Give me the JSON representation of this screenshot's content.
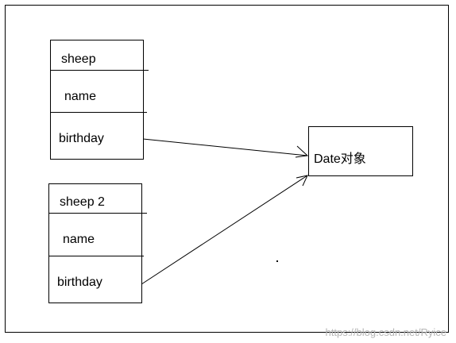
{
  "objects": [
    {
      "fields": [
        "sheep",
        "name",
        "birthday"
      ]
    },
    {
      "fields": [
        "sheep  2",
        "name",
        "birthday"
      ]
    }
  ],
  "target": {
    "label": "Date对象"
  },
  "watermark": "https://blog.csdn.net/Ryice"
}
